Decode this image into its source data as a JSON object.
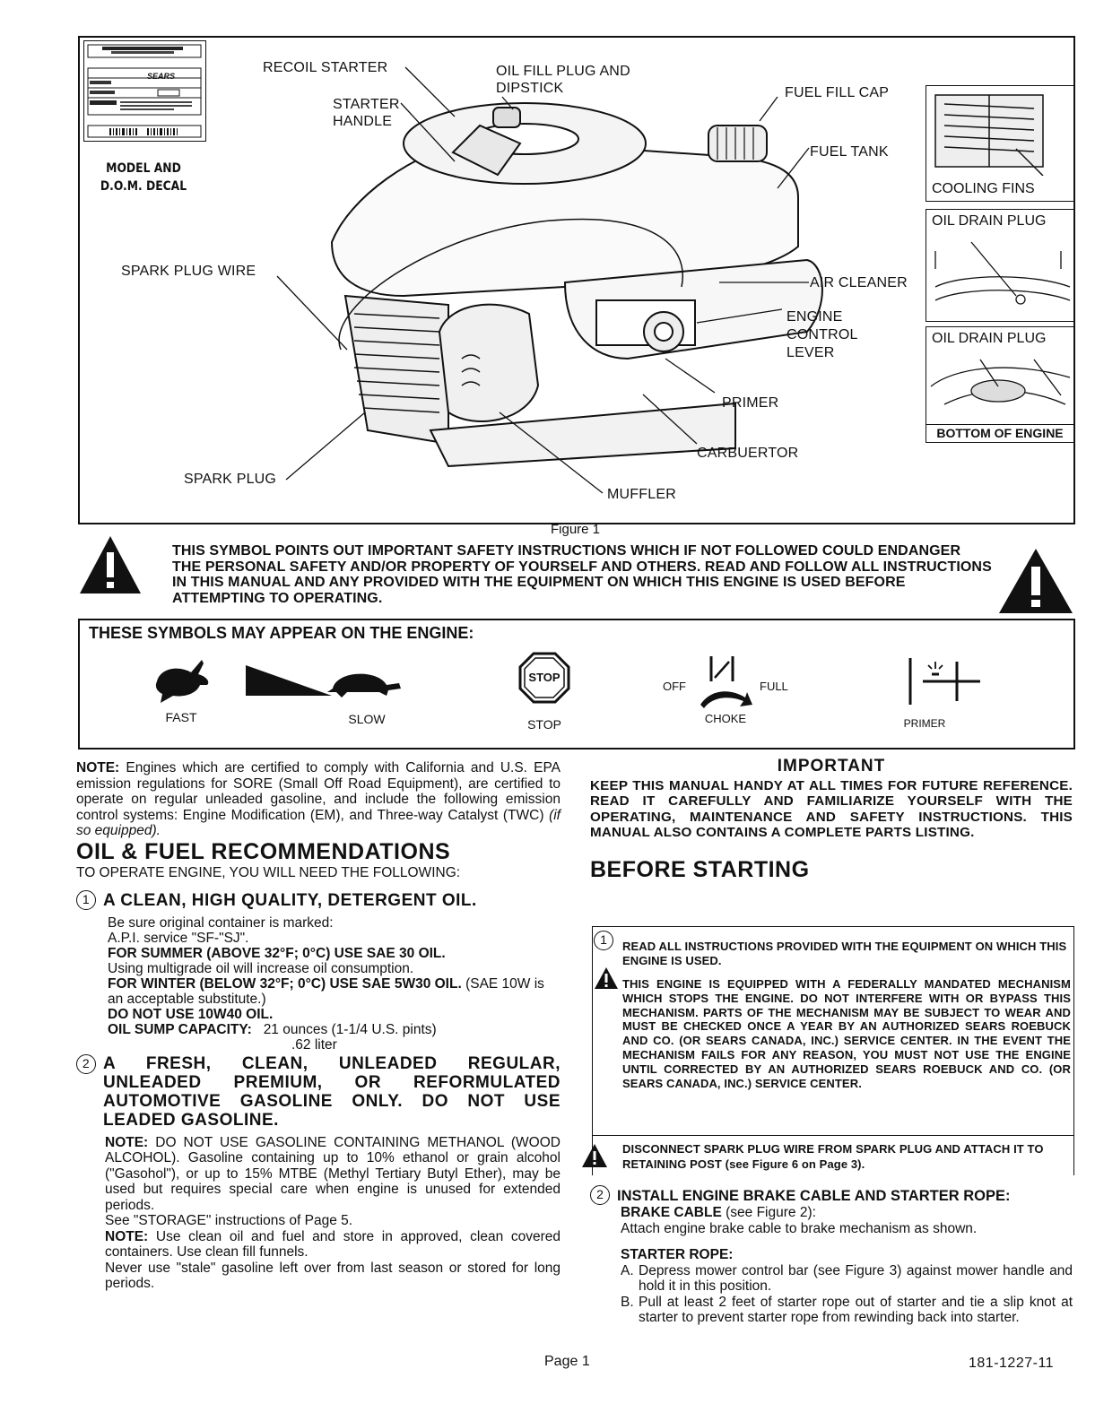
{
  "figure": {
    "decal_caption": [
      "MODEL AND",
      "D.O.M. DECAL"
    ],
    "decal_brand": "SEARS",
    "labels": {
      "recoil_starter": "RECOIL STARTER",
      "starter_handle": [
        "STARTER",
        "HANDLE"
      ],
      "oil_fill": [
        "OIL FILL PLUG AND",
        "DIPSTICK"
      ],
      "fuel_fill_cap": "FUEL FILL CAP",
      "fuel_tank": "FUEL TANK",
      "spark_plug_wire": "SPARK PLUG WIRE",
      "air_cleaner": "AIR CLEANER",
      "engine_control_lever": [
        "ENGINE",
        "CONTROL",
        "LEVER"
      ],
      "primer": "PRIMER",
      "carburetor": "CARBUERTOR",
      "spark_plug": "SPARK PLUG",
      "muffler": "MUFFLER",
      "cooling_fins": "COOLING FINS",
      "oil_drain_plug_1": "OIL DRAIN PLUG",
      "oil_drain_plug_2": "OIL DRAIN PLUG",
      "bottom_of_engine": "BOTTOM OF ENGINE"
    },
    "caption": "Figure 1"
  },
  "warning": {
    "text": "THIS SYMBOL POINTS OUT IMPORTANT SAFETY INSTRUCTIONS WHICH IF NOT FOLLOWED COULD ENDANGER THE PERSONAL SAFETY AND/OR PROPERTY OF YOURSELF AND OTHERS. READ AND FOLLOW ALL INSTRUCTIONS IN THIS MANUAL AND ANY PROVIDED WITH THE EQUIPMENT ON WHICH THIS ENGINE IS USED BEFORE ATTEMPTING TO OPERATING."
  },
  "symbols": {
    "title": "THESE SYMBOLS MAY APPEAR ON THE ENGINE:",
    "fast": "FAST",
    "slow": "SLOW",
    "stop": "STOP",
    "stop_sign_text": "STOP",
    "choke": "CHOKE",
    "choke_off": "OFF",
    "choke_full": "FULL",
    "primer": "PRIMER"
  },
  "left": {
    "note_label": "NOTE:",
    "note_text": "Engines which are certified to comply with California and U.S. EPA emission regulations for SORE (Small Off Road Equipment), are certified to operate on regular unleaded gasoline, and include the following emission control systems: Engine Modification (EM), and Three-way Catalyst (TWC)",
    "note_italic": "(if so equipped).",
    "heading": "OIL & FUEL RECOMMENDATIONS",
    "subheading": "TO OPERATE ENGINE, YOU WILL NEED THE FOLLOWING:",
    "item1_num": "1",
    "item1_title": "A CLEAN, HIGH QUALITY, DETERGENT OIL.",
    "item1_lines": [
      "Be sure original container is marked:",
      "A.P.I. service \"SF-\"SJ\"."
    ],
    "summer": "FOR SUMMER (ABOVE 32°F; 0°C) USE SAE 30 OIL.",
    "multigrade": "Using multigrade oil will increase oil consumption.",
    "winter_bold": "FOR WINTER (BELOW 32°F; 0°C) USE SAE 5W30 OIL.",
    "winter_rest": "(SAE 10W is an acceptable substitute.)",
    "do_not_use": "DO NOT USE 10W40 OIL.",
    "sump_label": "OIL SUMP CAPACITY:",
    "sump_value": "21 ounces (1-1/4 U.S. pints)",
    "sump_liter": ".62 liter",
    "item2_num": "2",
    "item2_title": "A FRESH, CLEAN, UNLEADED REGULAR, UNLEADED PREMIUM, OR REFORMULATED AUTOMOTIVE GASOLINE ONLY. DO NOT USE LEADED GASOLINE.",
    "note2_label": "NOTE:",
    "note2_text": "DO NOT USE GASOLINE CONTAINING METHANOL (WOOD ALCOHOL). Gasoline containing up to 10% ethanol or grain alcohol (\"Gasohol\"), or up to 15% MTBE (Methyl Tertiary Butyl Ether), may be used but requires special care when engine is unused for extended periods.",
    "storage": "See \"STORAGE\" instructions of Page 5.",
    "note3_label": "NOTE:",
    "note3_text": "Use clean oil and fuel and store in approved, clean covered containers. Use clean fill funnels.",
    "stale": "Never use \"stale\" gasoline left over from last season or stored for long periods."
  },
  "right": {
    "important_title": "IMPORTANT",
    "important_text": "KEEP THIS MANUAL HANDY AT ALL TIMES FOR FUTURE REFERENCE. READ IT CAREFULLY AND FAMILIARIZE YOURSELF WITH THE OPERATING, MAINTENANCE AND SAFETY INSTRUCTIONS. THIS MANUAL ALSO CONTAINS A COMPLETE PARTS LISTING.",
    "before_starting": "BEFORE STARTING",
    "bs1_num": "1",
    "bs1_text": "READ ALL INSTRUCTIONS PROVIDED WITH THE EQUIPMENT ON WHICH THIS ENGINE IS USED.",
    "bs_warn_text": "THIS ENGINE IS EQUIPPED WITH A FEDERALLY MANDATED MECHANISM WHICH STOPS THE ENGINE. DO NOT INTERFERE WITH OR BYPASS THIS MECHANISM. PARTS OF THE MECHANISM MAY BE SUBJECT TO WEAR AND MUST BE CHECKED ONCE A YEAR BY AN AUTHORIZED SEARS ROEBUCK AND CO. (OR SEARS CANADA, INC.) SERVICE CENTER. IN THE EVENT THE MECHANISM FAILS FOR ANY REASON, YOU MUST NOT USE THE ENGINE UNTIL CORRECTED BY AN AUTHORIZED SEARS ROEBUCK AND CO. (OR SEARS CANADA, INC.) SERVICE CENTER.",
    "disconnect_text": "DISCONNECT SPARK PLUG WIRE FROM SPARK PLUG AND ATTACH IT TO RETAINING POST",
    "disconnect_ref": "(see Figure 6 on Page 3).",
    "bs2_num": "2",
    "bs2_title": "INSTALL ENGINE BRAKE CABLE AND STARTER ROPE:",
    "brake_label": "BRAKE CABLE",
    "brake_ref": "(see Figure 2):",
    "brake_text": "Attach engine brake cable to brake mechanism as shown.",
    "rope_label": "STARTER ROPE:",
    "rope_a_letter": "A.",
    "rope_a": "Depress mower control bar (see Figure 3) against mower handle and hold it in this position.",
    "rope_b_letter": "B.",
    "rope_b": "Pull at least 2 feet of starter rope out of starter and tie a slip knot at starter to prevent starter rope from rewinding back into starter."
  },
  "footer": {
    "page": "Page 1",
    "code": "181-1227-11"
  }
}
